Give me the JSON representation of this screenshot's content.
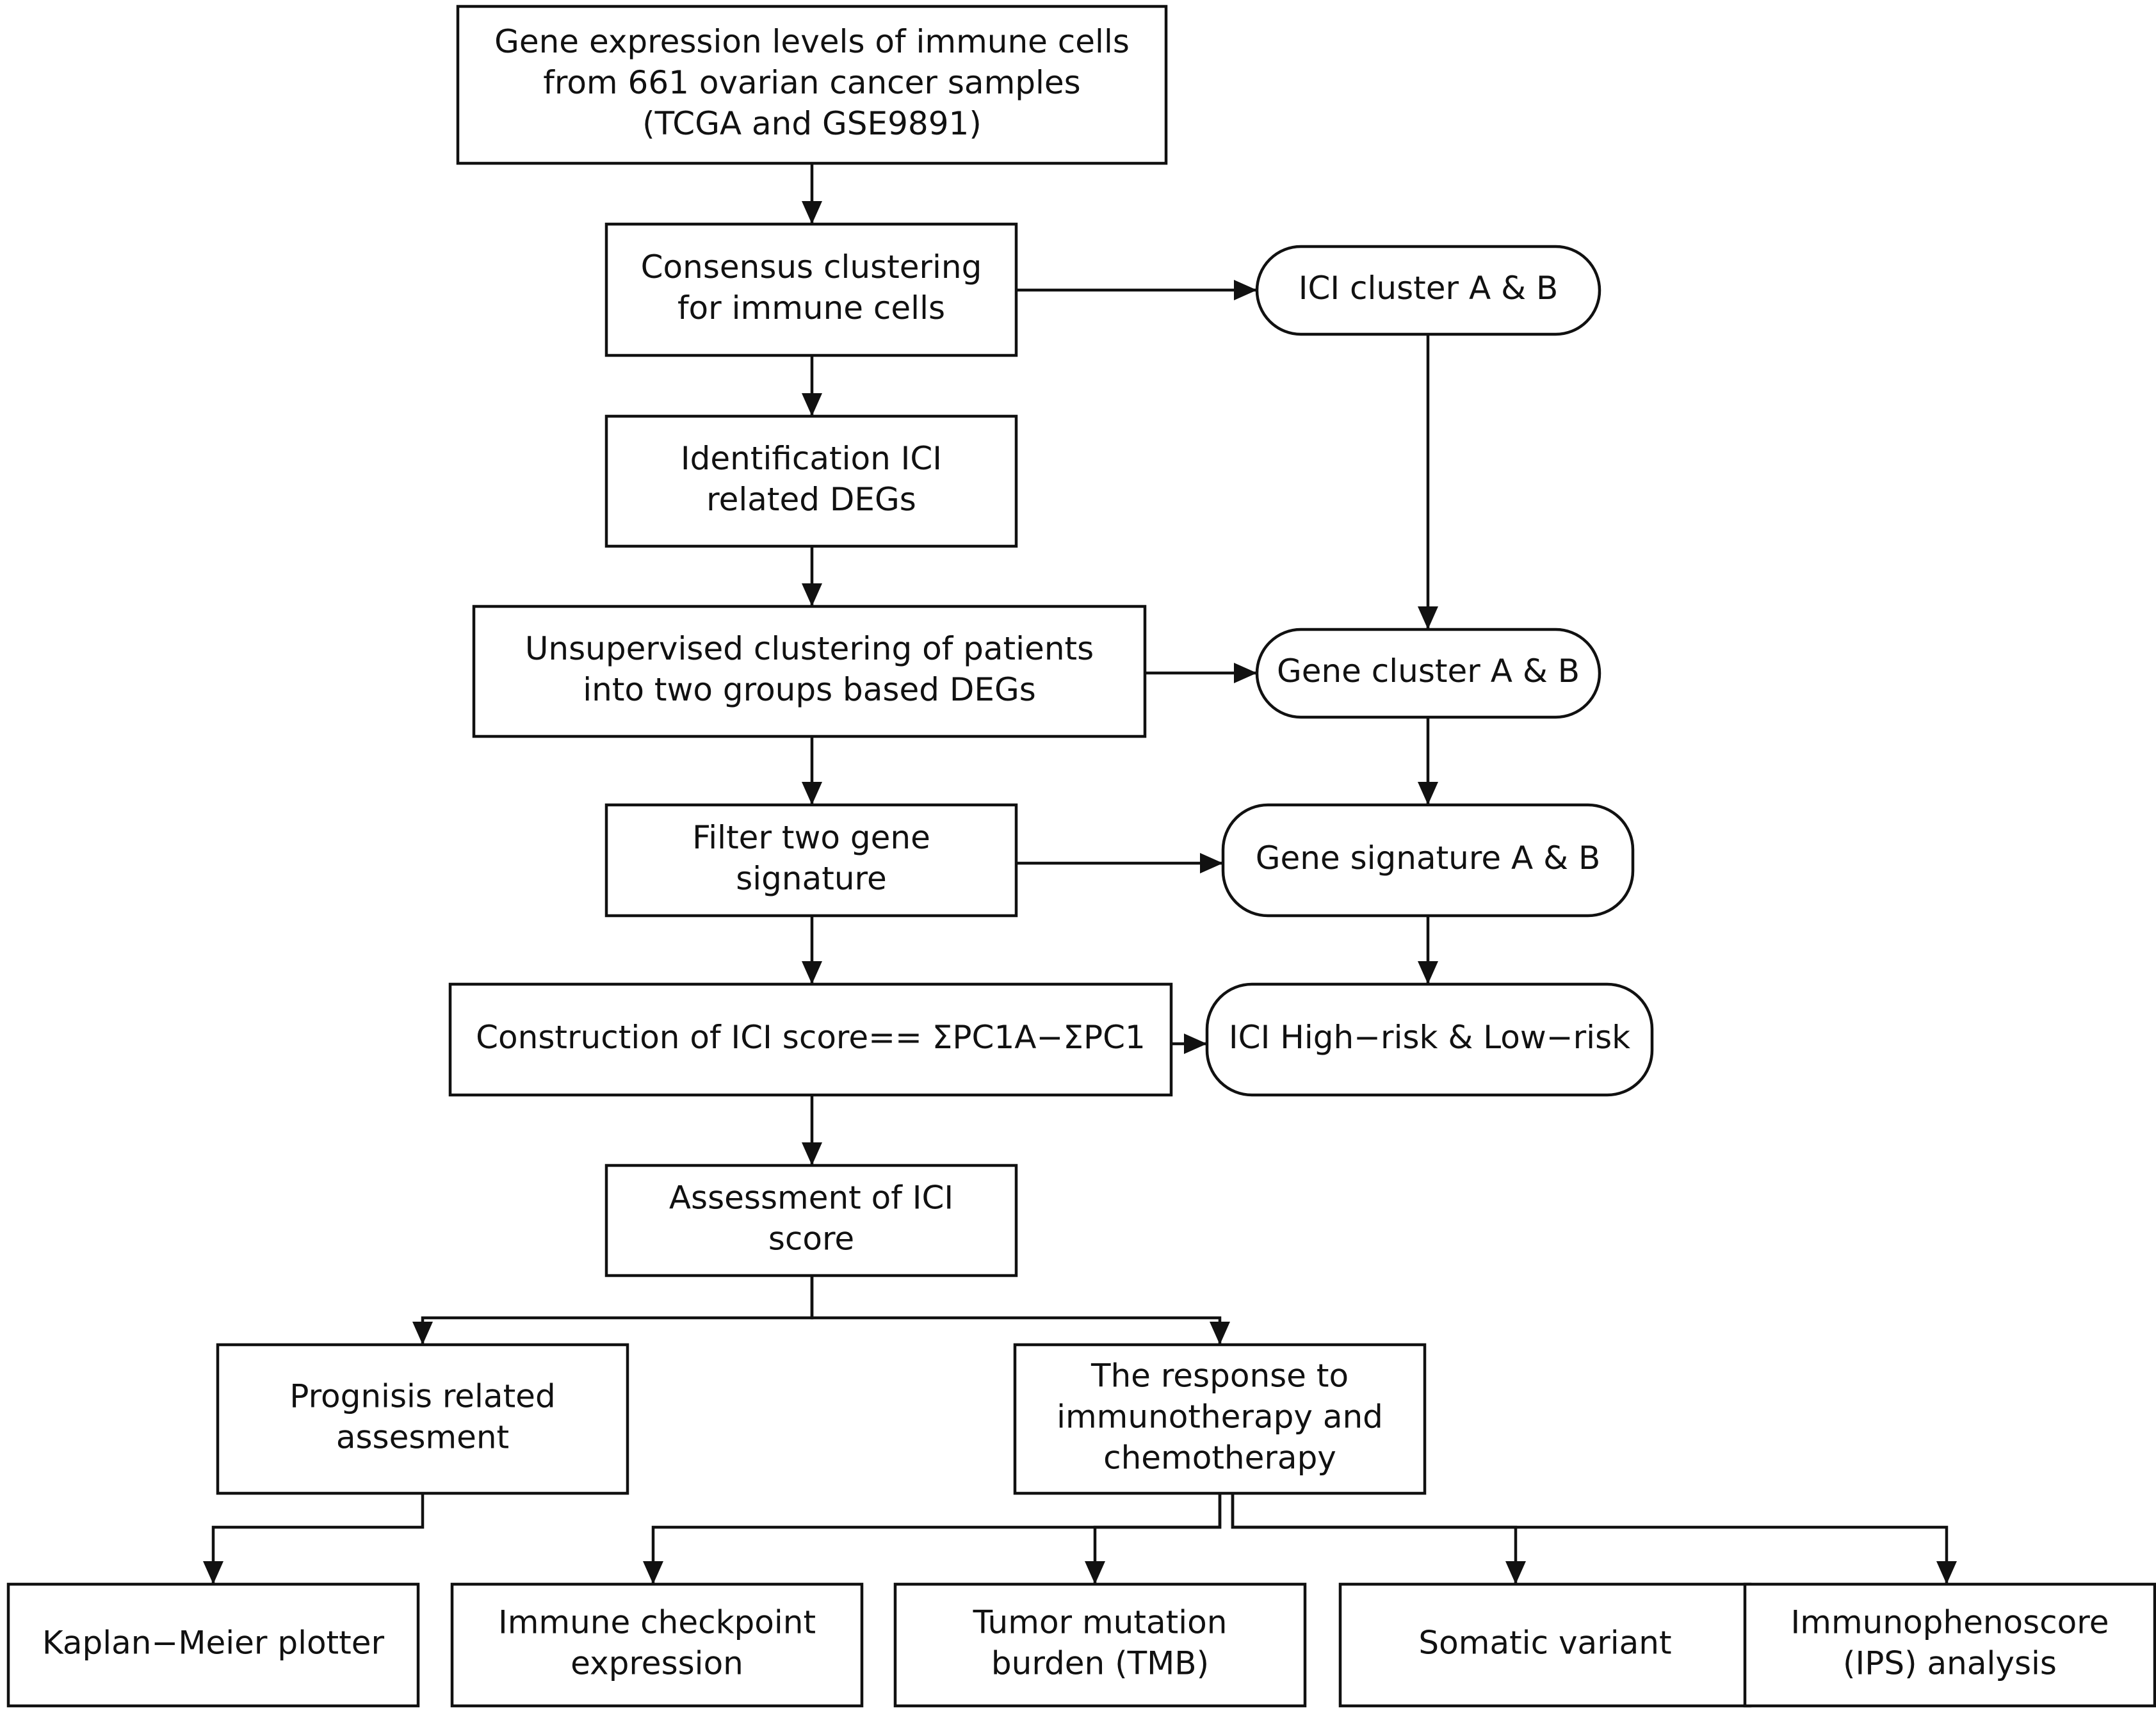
{
  "diagram": {
    "nodes": {
      "gene_expression": {
        "lines": [
          "Gene expression levels of immune cells",
          "from 661 ovarian cancer samples",
          "(TCGA and GSE9891)"
        ],
        "shape": "rectangle"
      },
      "consensus_clustering": {
        "lines": [
          "Consensus clustering",
          "for immune cells"
        ],
        "shape": "rectangle"
      },
      "ici_cluster": {
        "lines": [
          "ICI cluster A & B"
        ],
        "shape": "rounded"
      },
      "identification_degs": {
        "lines": [
          "Identification ICI",
          "related DEGs"
        ],
        "shape": "rectangle"
      },
      "unsupervised_clustering": {
        "lines": [
          "Unsupervised clustering of patients",
          "into two groups based DEGs"
        ],
        "shape": "rectangle"
      },
      "gene_cluster": {
        "lines": [
          "Gene cluster A & B"
        ],
        "shape": "rounded"
      },
      "filter_signature": {
        "lines": [
          "Filter two gene",
          "signature"
        ],
        "shape": "rectangle"
      },
      "gene_signature": {
        "lines": [
          "Gene signature A & B"
        ],
        "shape": "rounded"
      },
      "construction_score": {
        "lines": [
          "Construction of ICI score== ΣPC1A−ΣPC1"
        ],
        "shape": "rectangle"
      },
      "ici_risk": {
        "lines": [
          "ICI High−risk & Low−risk"
        ],
        "shape": "rounded"
      },
      "assessment_score": {
        "lines": [
          "Assessment of ICI",
          "score"
        ],
        "shape": "rectangle"
      },
      "prognosis": {
        "lines": [
          "Prognisis related",
          "assesment"
        ],
        "shape": "rectangle"
      },
      "response": {
        "lines": [
          "The response to",
          "immunotherapy and",
          "chemotherapy"
        ],
        "shape": "rectangle"
      },
      "kaplan_meier": {
        "lines": [
          "Kaplan−Meier plotter"
        ],
        "shape": "rectangle"
      },
      "immune_checkpoint": {
        "lines": [
          "Immune checkpoint",
          "expression"
        ],
        "shape": "rectangle"
      },
      "tmb": {
        "lines": [
          "Tumor mutation",
          "burden (TMB)"
        ],
        "shape": "rectangle"
      },
      "somatic_variant": {
        "lines": [
          "Somatic variant"
        ],
        "shape": "rectangle"
      },
      "ips": {
        "lines": [
          "Immunophenoscore",
          "(IPS) analysis"
        ],
        "shape": "rectangle"
      }
    },
    "edges": [
      {
        "from": "gene_expression",
        "to": "consensus_clustering"
      },
      {
        "from": "consensus_clustering",
        "to": "identification_degs"
      },
      {
        "from": "consensus_clustering",
        "to": "ici_cluster"
      },
      {
        "from": "identification_degs",
        "to": "unsupervised_clustering"
      },
      {
        "from": "ici_cluster",
        "to": "gene_cluster"
      },
      {
        "from": "unsupervised_clustering",
        "to": "gene_cluster"
      },
      {
        "from": "unsupervised_clustering",
        "to": "filter_signature"
      },
      {
        "from": "gene_cluster",
        "to": "gene_signature"
      },
      {
        "from": "filter_signature",
        "to": "gene_signature"
      },
      {
        "from": "filter_signature",
        "to": "construction_score"
      },
      {
        "from": "gene_signature",
        "to": "ici_risk"
      },
      {
        "from": "construction_score",
        "to": "ici_risk"
      },
      {
        "from": "construction_score",
        "to": "assessment_score"
      },
      {
        "from": "assessment_score",
        "to": "prognosis"
      },
      {
        "from": "assessment_score",
        "to": "response"
      },
      {
        "from": "prognosis",
        "to": "kaplan_meier"
      },
      {
        "from": "response",
        "to": "immune_checkpoint"
      },
      {
        "from": "response",
        "to": "tmb"
      },
      {
        "from": "response",
        "to": "somatic_variant"
      },
      {
        "from": "response",
        "to": "ips"
      }
    ]
  }
}
